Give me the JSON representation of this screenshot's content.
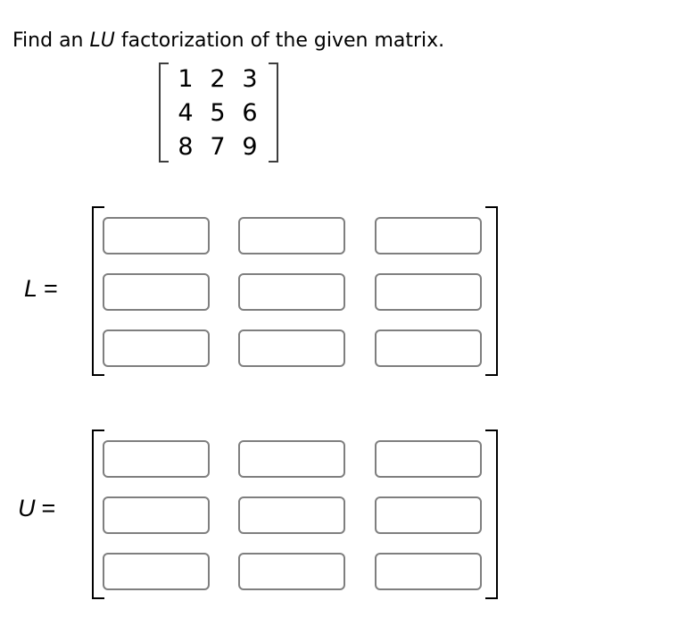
{
  "title": {
    "prefix": "Find an ",
    "math_term": "LU",
    "suffix": " factorization of the given matrix."
  },
  "given_matrix": {
    "rows": [
      [
        "1",
        "2",
        "3"
      ],
      [
        "4",
        "5",
        "6"
      ],
      [
        "8",
        "7",
        "9"
      ]
    ]
  },
  "l_matrix": {
    "letter": "L",
    "equals": "=",
    "inputs": [
      [
        "",
        "",
        ""
      ],
      [
        "",
        "",
        ""
      ],
      [
        "",
        "",
        ""
      ]
    ]
  },
  "u_matrix": {
    "letter": "U",
    "equals": "=",
    "inputs": [
      [
        "",
        "",
        ""
      ],
      [
        "",
        "",
        ""
      ],
      [
        "",
        "",
        ""
      ]
    ]
  },
  "colors": {
    "text": "#000000",
    "answer_bracket": "#000000",
    "given_bracket": "#3d3d3d",
    "input_border": "#7f7f7f",
    "background": "#ffffff"
  }
}
